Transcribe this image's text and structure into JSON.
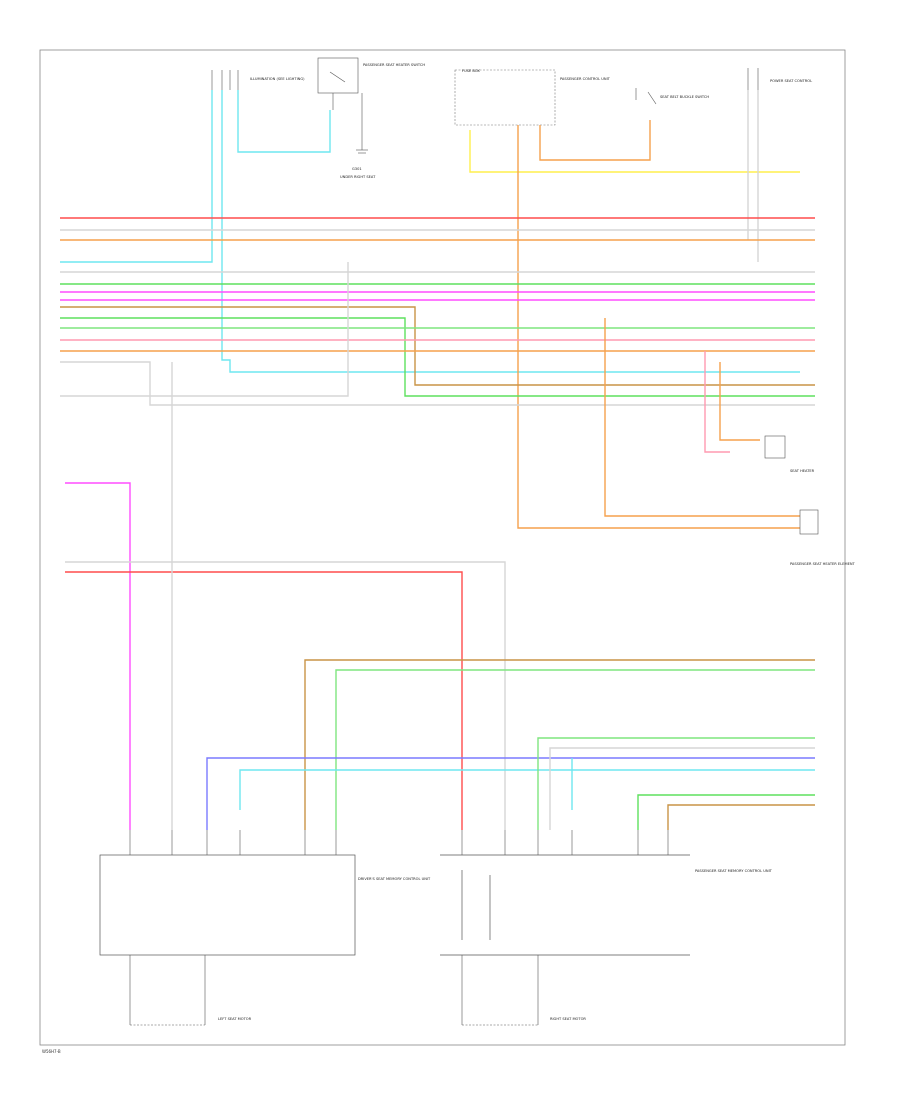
{
  "footer_code": "W56H7-B",
  "colors": {
    "red": "#ff4d4d",
    "pink": "#ff9ab0",
    "orange": "#f6a14d",
    "tan": "#c99446",
    "green": "#5ee05e",
    "lime": "#7fe57f",
    "cyan": "#6fe7f0",
    "magenta": "#ff4dff",
    "yellow": "#ffef4d",
    "blue": "#7a7aff",
    "lightgray": "#d6d6d6",
    "line": "#555555"
  },
  "labels": {
    "top_left_group": "ILLUMINATION (SEE LIGHTING)",
    "top_switch": "PASSENGER SEAT HEATER SWITCH",
    "top_ground": "G301",
    "top_ground_note": "UNDER RIGHT SEAT",
    "mid_module": "PASSENGER CONTROL UNIT",
    "mid_fuse": "FUSE BOX",
    "seat_sensor": "SEAT BELT BUCKLE SWITCH",
    "top_right_group": "POWER SEAT CONTROL",
    "right_conn_1": "SEAT HEATER",
    "right_conn_2": "PASSENGER SEAT HEATER ELEMENT",
    "left_module": "DRIVER'S SEAT MEMORY CONTROL UNIT",
    "right_module": "PASSENGER SEAT MEMORY CONTROL UNIT",
    "left_motor": "LEFT SEAT MOTOR",
    "right_motor": "RIGHT SEAT MOTOR"
  }
}
